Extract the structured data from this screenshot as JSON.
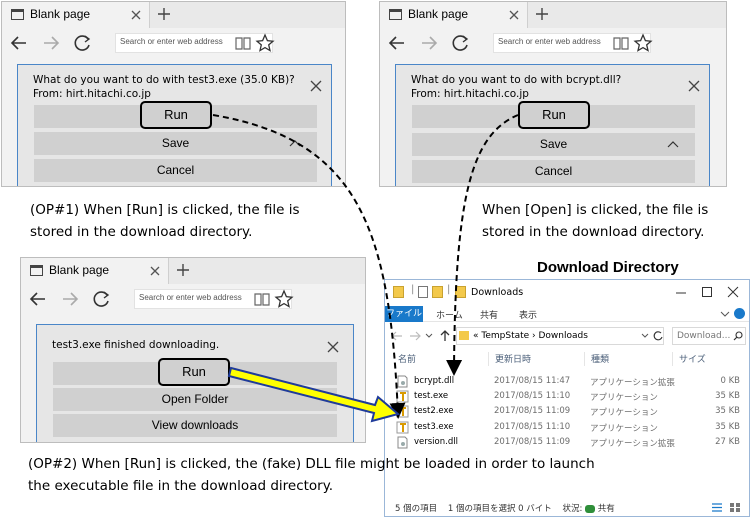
{
  "browser_tab_title": "Blank page",
  "address_placeholder": "Search or enter web address",
  "dialogs": {
    "run_exe": {
      "question": "What do you want to do with test3.exe (35.0 KB)?",
      "from": "From: hirt.hitachi.co.jp",
      "run": "Run",
      "save": "Save",
      "cancel": "Cancel"
    },
    "run_dll": {
      "question": "What do you want to do with bcrypt.dll?",
      "from": "From: hirt.hitachi.co.jp",
      "run": "Run",
      "save": "Save",
      "cancel": "Cancel"
    },
    "finished": {
      "message": "test3.exe finished  downloading.",
      "run": "Run",
      "open_folder": "Open Folder",
      "view_downloads": "View downloads"
    }
  },
  "captions": {
    "op1_line1": "(OP#1) When [Run] is clicked, the file is",
    "op1_line2": "stored in the download directory.",
    "open_line1": "When [Open] is clicked, the file is",
    "open_line2": "stored in the download directory.",
    "op2_line1": "(OP#2) When [Run] is clicked, the (fake) DLL file might be loaded in order to launch",
    "op2_line2": "the executable file in the download directory."
  },
  "explorer": {
    "heading": "Download Directory",
    "title": "Downloads",
    "ribbon": [
      "ファイル",
      "ホーム",
      "共有",
      "表示"
    ],
    "path": "«  TempState  ›  Downloads",
    "search_placeholder": "Download...",
    "columns": [
      "名前",
      "更新日時",
      "種類",
      "サイズ"
    ],
    "files": [
      {
        "name": "bcrypt.dll",
        "date": "2017/08/15 11:47",
        "type": "アプリケーション拡張",
        "size": "0 KB",
        "icon": "dll"
      },
      {
        "name": "test.exe",
        "date": "2017/08/15 11:10",
        "type": "アプリケーション",
        "size": "35 KB",
        "icon": "exe"
      },
      {
        "name": "test2.exe",
        "date": "2017/08/15 11:09",
        "type": "アプリケーション",
        "size": "35 KB",
        "icon": "exe"
      },
      {
        "name": "test3.exe",
        "date": "2017/08/15 11:10",
        "type": "アプリケーション",
        "size": "35 KB",
        "icon": "exe"
      },
      {
        "name": "version.dll",
        "date": "2017/08/15 11:09",
        "type": "アプリケーション拡張",
        "size": "27 KB",
        "icon": "dll"
      }
    ],
    "status_count": "5 個の項目",
    "status_selected": "1 個の項目を選択 0 バイト",
    "status_state": "状況:",
    "status_shared": "共有"
  },
  "colors": {
    "accent": "#1979ca",
    "arrow_fill": "#ffff00",
    "dialog_border": "#4a86c8"
  }
}
